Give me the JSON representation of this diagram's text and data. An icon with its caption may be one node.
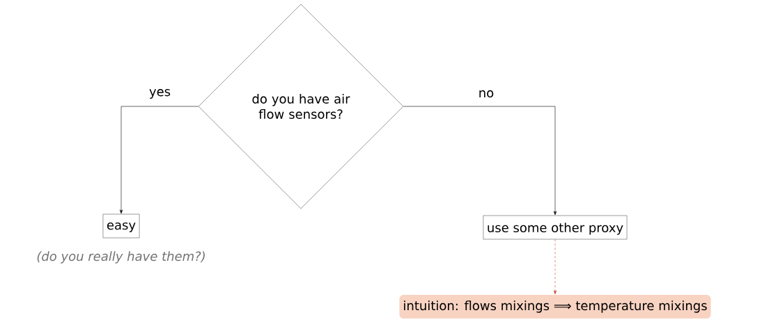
{
  "diagram": {
    "nodes": [
      {
        "text": [
          "do you have air flow sensors?"
        ]
      },
      {
        "text": [
          "easy"
        ],
        "beside": [
          "(do you really have them?)"
        ]
      },
      {
        "text": [
          "use some other proxy"
        ]
      },
      {
        "text": [
          "intuition: flows mixings ⟹ temperature mixings"
        ]
      }
    ],
    "edges": [
      {
        "from": 0,
        "to": 1,
        "arrow": "to",
        "label": "yes"
      },
      {
        "from": 0,
        "to": 2,
        "arrow": "to",
        "label": "no"
      },
      {
        "from": 2,
        "to": 3,
        "arrow": "to",
        "style": "dashed",
        "color": "#c0462a"
      }
    ]
  }
}
